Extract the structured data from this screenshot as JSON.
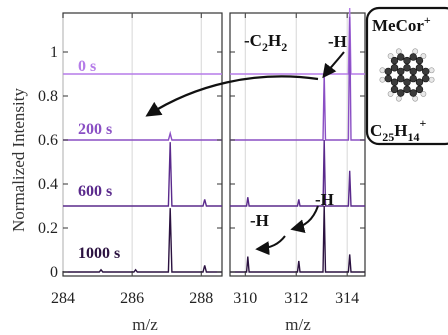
{
  "chart_data": {
    "type": "line",
    "ylabel": "Normalized Intensity",
    "xlabel_left": "m/z",
    "xlabel_right": "m/z",
    "ylim": [
      0,
      1.2
    ],
    "yticks": [
      {
        "v": 0,
        "label": "0"
      },
      {
        "v": 0.2,
        "label": "0.2"
      },
      {
        "v": 0.4,
        "label": "0.4"
      },
      {
        "v": 0.6,
        "label": "0.6"
      },
      {
        "v": 0.8,
        "label": "0.8"
      },
      {
        "v": 1.0,
        "label": "1"
      }
    ],
    "panels": [
      {
        "xlim": [
          284,
          288.6
        ],
        "xticks": [
          {
            "v": 284,
            "label": "284"
          },
          {
            "v": 286,
            "label": "286"
          },
          {
            "v": 288,
            "label": "288"
          }
        ]
      },
      {
        "xlim": [
          309.4,
          314.7
        ],
        "xticks": [
          {
            "v": 310,
            "label": "310"
          },
          {
            "v": 312,
            "label": "312"
          },
          {
            "v": 314,
            "label": "314"
          }
        ]
      }
    ],
    "series": [
      {
        "name": "0 s",
        "color": "#b57ce8",
        "offset": 0.9,
        "peaks": [
          {
            "x": 314.1,
            "h": 0.3
          }
        ]
      },
      {
        "name": "200 s",
        "color": "#8a4fc4",
        "offset": 0.6,
        "peaks": [
          {
            "x": 287.1,
            "h": 0.03
          },
          {
            "x": 313.1,
            "h": 0.3
          },
          {
            "x": 314.1,
            "h": 0.56
          }
        ]
      },
      {
        "name": "600 s",
        "color": "#5a2a8c",
        "offset": 0.3,
        "peaks": [
          {
            "x": 287.1,
            "h": 0.29
          },
          {
            "x": 288.1,
            "h": 0.03
          },
          {
            "x": 310.1,
            "h": 0.04
          },
          {
            "x": 312.1,
            "h": 0.03
          },
          {
            "x": 313.1,
            "h": 0.3
          },
          {
            "x": 314.1,
            "h": 0.16
          }
        ]
      },
      {
        "name": "1000 s",
        "color": "#2b1240",
        "offset": 0,
        "peaks": [
          {
            "x": 285.1,
            "h": 0.01
          },
          {
            "x": 286.1,
            "h": 0.01
          },
          {
            "x": 287.1,
            "h": 0.29
          },
          {
            "x": 288.1,
            "h": 0.03
          },
          {
            "x": 310.1,
            "h": 0.07
          },
          {
            "x": 312.1,
            "h": 0.05
          },
          {
            "x": 313.1,
            "h": 0.3
          },
          {
            "x": 314.1,
            "h": 0.08
          }
        ]
      }
    ],
    "annotations": [
      {
        "text": "-C",
        "sub": "2",
        "text2": "H",
        "sub2": "2"
      },
      {
        "text": "-H"
      },
      {
        "text": "-H"
      },
      {
        "text": "-H"
      }
    ],
    "molecule": {
      "name": "MeCor",
      "name_sup": "+",
      "formula_c": "C",
      "formula_c_sub": "25",
      "formula_h": "H",
      "formula_h_sub": "14",
      "formula_sup": "+"
    }
  }
}
